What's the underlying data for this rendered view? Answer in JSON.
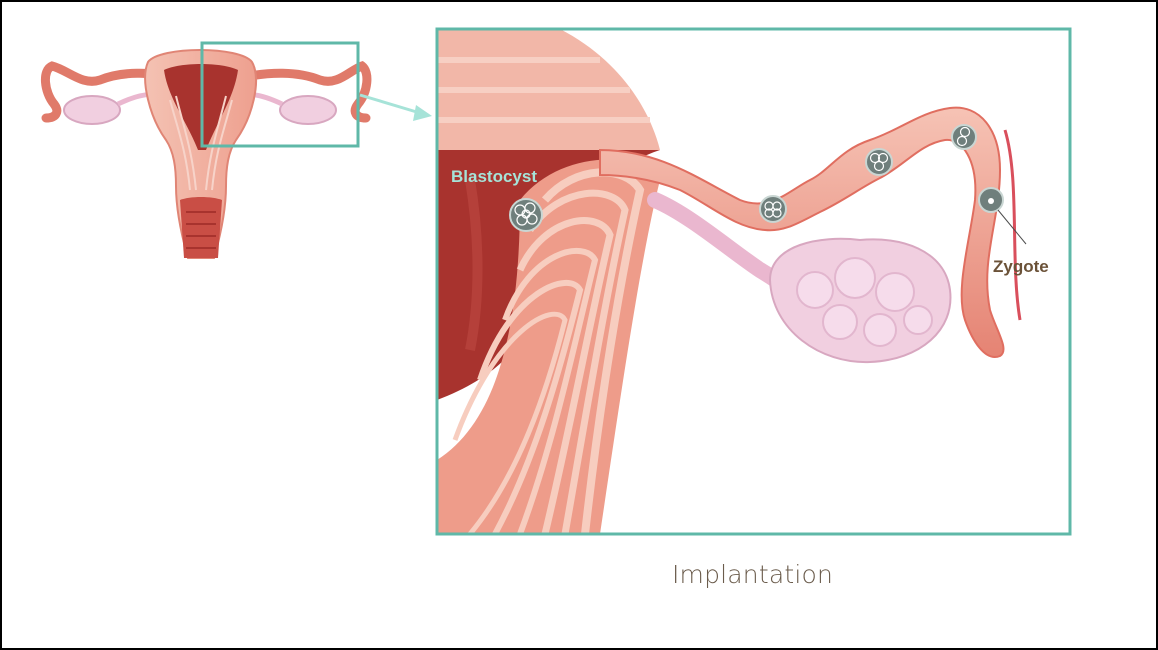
{
  "diagram": {
    "caption": "Implantation",
    "labels": {
      "blastocyst": "Blastocyst",
      "zygote": "Zygote"
    },
    "colors": {
      "frame": "#000000",
      "zoom_box": "#5fb8a8",
      "connector_arrow": "#a6e3d8",
      "blastocyst_label": "#a6e3d8",
      "zygote_label": "#6b5238",
      "caption": "#6b5c4c",
      "tissue_light": "#f2b7a8",
      "tissue_mid": "#e88a78",
      "tissue_dark": "#c94e45",
      "cavity": "#a8332e",
      "ovary": "#f1cfe0",
      "embryo_disc": "#6f7f7c"
    }
  }
}
